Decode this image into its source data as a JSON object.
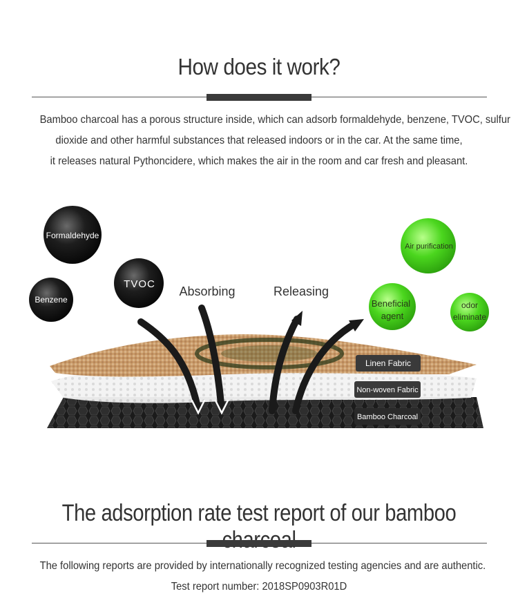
{
  "section1": {
    "title": "How does it work?",
    "paragraph": [
      "Bamboo charcoal has a porous structure inside, which can adsorb formaldehyde, benzene, TVOC, sulfur",
      "dioxide and other harmful substances that released indoors or in the car. At the same time,",
      "it releases natural Pythoncidere, which makes the air in the room and car fresh and pleasant."
    ]
  },
  "diagram": {
    "pollutants": [
      "Formaldehyde",
      "Benzene",
      "TVOC"
    ],
    "absorbing_label": "Absorbing",
    "releasing_label": "Releasing",
    "benefits": {
      "air": "Air purification",
      "agent": [
        "Beneficial",
        "agent"
      ],
      "odor": [
        "odor",
        "eliminate"
      ]
    },
    "layers": [
      "Linen Fabric",
      "Non-woven Fabric",
      "Bamboo Charcoal"
    ],
    "colors": {
      "pollutant": "#1a1a1a",
      "benefit": "#44d11c",
      "linen": "#c79a6a",
      "charcoal": "#222222"
    }
  },
  "section2": {
    "title": "The adsorption rate test report of our bamboo charcoal",
    "paragraph": [
      "The following reports are provided by internationally recognized testing agencies and are authentic.",
      "Test report number: 2018SP0903R01D"
    ]
  }
}
